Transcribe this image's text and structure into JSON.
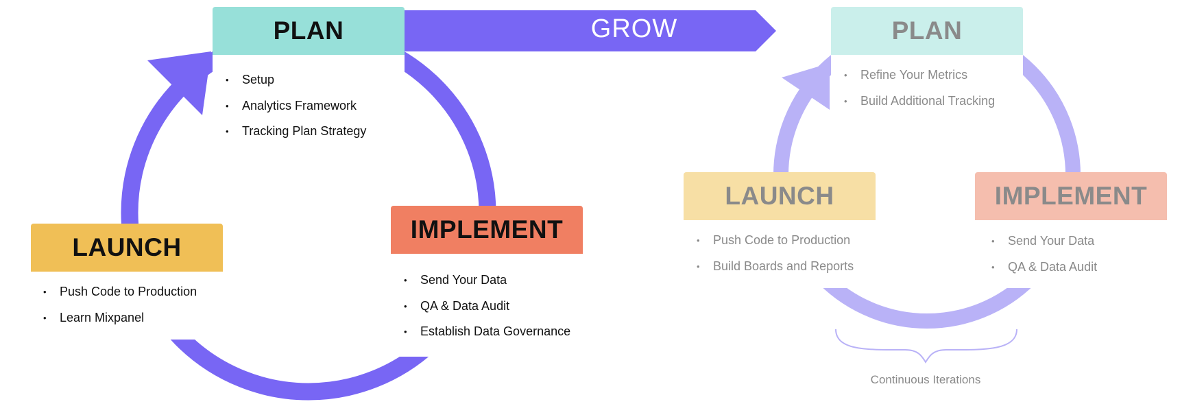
{
  "grow": {
    "label": "GROW",
    "color": "#7866f4"
  },
  "first_cycle": {
    "plan": {
      "title": "PLAN",
      "color": "#97e0d9",
      "items": [
        "Setup",
        "Analytics Framework",
        "Tracking Plan Strategy"
      ]
    },
    "implement": {
      "title": "IMPLEMENT",
      "color": "#f07f62",
      "items": [
        "Send Your Data",
        "QA & Data Audit",
        "Establish Data Governance"
      ]
    },
    "launch": {
      "title": "LAUNCH",
      "color": "#f0bf56",
      "items": [
        "Push Code to Production",
        "Learn Mixpanel"
      ]
    },
    "arrow_color": "#7866f4"
  },
  "second_cycle": {
    "plan": {
      "title": "PLAN",
      "color": "#caefeb",
      "items": [
        "Refine Your Metrics",
        "Build Additional Tracking"
      ]
    },
    "implement": {
      "title": "IMPLEMENT",
      "color": "#f5beae",
      "items": [
        "Send Your Data",
        "QA & Data Audit"
      ]
    },
    "launch": {
      "title": "LAUNCH",
      "color": "#f7dfa5",
      "items": [
        "Push Code to Production",
        "Build Boards and Reports"
      ]
    },
    "arrow_color": "#b9b2f7"
  },
  "caption": "Continuous Iterations"
}
